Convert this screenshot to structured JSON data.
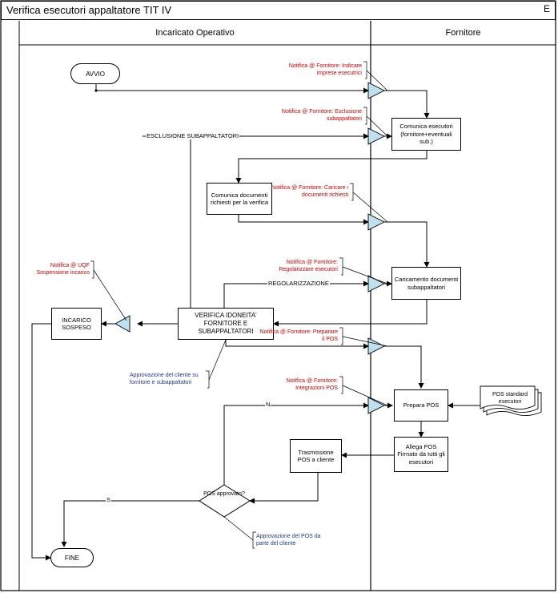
{
  "header": {
    "title": "Verifica esecutori appaltatore TIT IV",
    "code": "E"
  },
  "lanes": {
    "left": "Incaricato Operativo",
    "right": "Fornitore"
  },
  "nodes": {
    "start": "AVVIO",
    "end": "FINE",
    "comunica_esecutori": "Comunica esecutori (fornitore+eventuali sub.)",
    "comunica_documenti": "Comunica documenti richiesti per la verifica",
    "caricamento_documenti": "Caricamento documenti subappaltatori",
    "verifica_idoneita": "VERIFICA IDONEITA' FORNITORE E SUBAPPALTATORI",
    "incarico_sospeso": "INCARICO SOSPESO",
    "prepara_pos": "Prepara POS",
    "allega_pos": "Allega POS Firmato da tutti gli esecutori",
    "trasmissione_pos": "Trasmissione POS a cliente",
    "pos_approvato": "POS approvato?",
    "pos_standard": "POS standard esecutori"
  },
  "notifications": {
    "indicare_imprese": "Notifica @ Fornitore: Indicare imprese esecutrici",
    "esclusione_sub": "Notifica @ Fornitore: Esclusione subappaltatori",
    "caricare_documenti": "Notifica @ Fornitore: Caricare i documenti richiesti",
    "regolarizzare": "Notifica @ Fornitore: Regolarizzare esecutori",
    "preparare_pos": "Notifica @ Fornitore: Preparare il POS",
    "integrazioni_pos": "Notifica @ Fornitore: Integrazioni POS",
    "sospensione": "Notifica @ UQF Sospensione incarico"
  },
  "annotations": {
    "approvazione_cliente": "Approvazione del cliente su fornitore e subappaltatori",
    "approvazione_pos": "Approvazione del POS da parte del cliente"
  },
  "flow_labels": {
    "esclusione": "ESCLUSIONE SUBAPPALTATORI",
    "regolarizzazione": "REGOLARIZZAZIONE",
    "no": "N",
    "si": "S"
  },
  "colors": {
    "notify_red": "#d10000",
    "annotation_blue": "#1f3b8f",
    "gateway_fill": "#bfe0ee"
  }
}
